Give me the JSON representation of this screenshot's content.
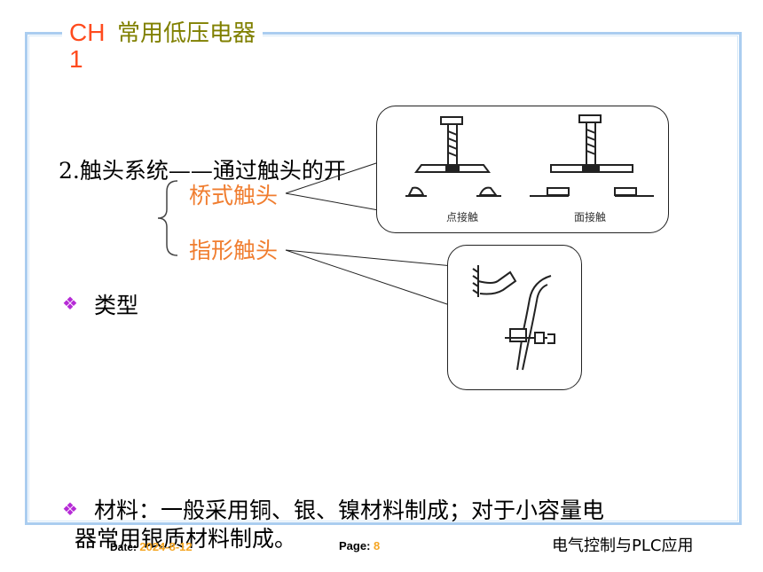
{
  "title": {
    "chapter": "CH 1",
    "name": "常用低压电器"
  },
  "heading": "2.触头系统——通过触头的开",
  "contact_types": {
    "bridge": "桥式触头",
    "finger": "指形触头"
  },
  "figure_labels": {
    "point": "点接触",
    "surface": "面接触"
  },
  "bullets": {
    "types": "类型",
    "material_line1": "材料：一般采用铜、银、镍材料制成；对于小容量电",
    "material_line2": "器常用银质材料制成。"
  },
  "footer": {
    "date_label": "Date:",
    "date_value": "2024-8-12",
    "page_label": "Page:",
    "page_value": "8",
    "course": "电气控制与PLC应用"
  },
  "colors": {
    "border": "#aacdf0",
    "chapter": "#ff4b1e",
    "title": "#808000",
    "orange": "#f07d2f",
    "bullet": "#b62bd6",
    "date": "#f5a623"
  }
}
